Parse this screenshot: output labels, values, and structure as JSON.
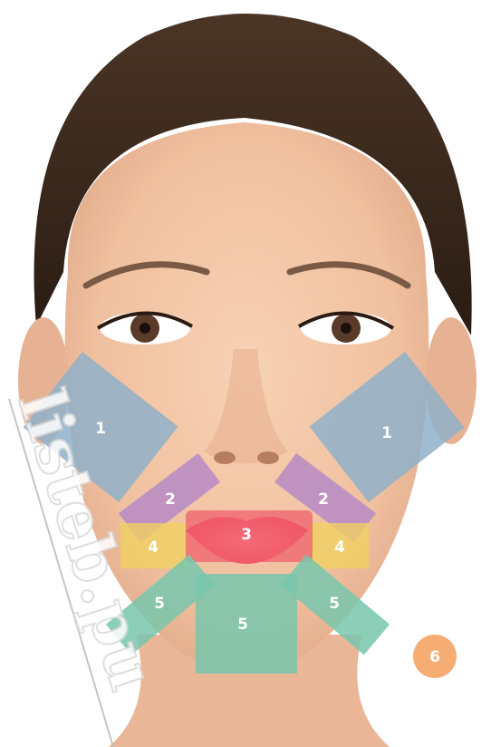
{
  "colors": {
    "zone_1": "#8fb0c9",
    "zone_2": "#b68ac6",
    "zone_3": "#f05a6a",
    "zone_4": "#f0cf62",
    "zone_5": "#78c7ad",
    "badge": "#f6ad74",
    "skin": "#f3c7a7",
    "hair": "#3c2a1e"
  },
  "zones": {
    "cheek_left": "1",
    "cheek_right": "1",
    "nasolabial_left": "2",
    "nasolabial_right": "2",
    "lips": "3",
    "mouth_corner_left": "4",
    "mouth_corner_right": "4",
    "marionette_left": "5",
    "chin": "5",
    "marionette_right": "5"
  },
  "badge_label": "6",
  "watermark_text": "listeb.pu"
}
